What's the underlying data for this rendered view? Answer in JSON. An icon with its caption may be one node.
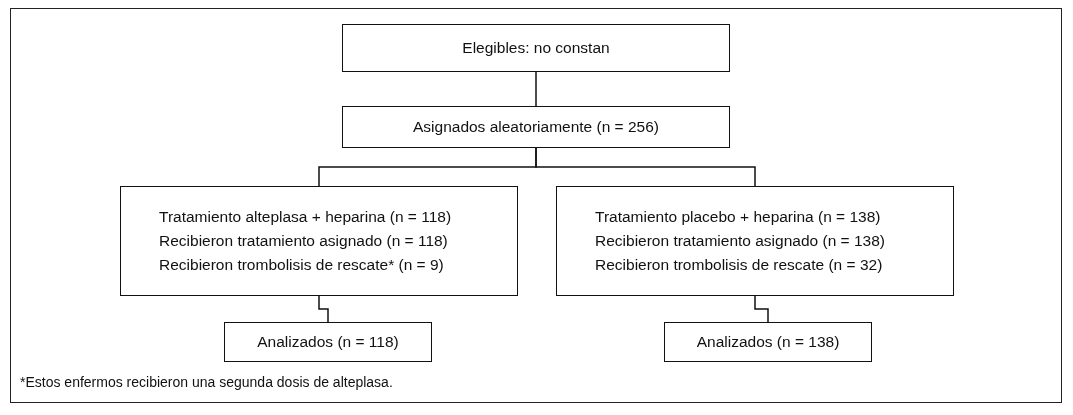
{
  "diagram": {
    "nodes": [
      {
        "text": [
          "Elegibles: no constan"
        ]
      },
      {
        "text": [
          "Asignados aleatoriamente (n = 256)"
        ]
      },
      {
        "text": [
          "Tratamiento alteplasa + heparina (n = 118)",
          "Recibieron tratamiento asignado (n = 118)",
          "Recibieron trombolisis de rescate* (n = 9)"
        ]
      },
      {
        "text": [
          "Tratamiento placebo + heparina (n = 138)",
          "Recibieron tratamiento asignado (n = 138)",
          "Recibieron trombolisis de rescate (n = 32)"
        ]
      },
      {
        "text": [
          "Analizados (n = 118)"
        ]
      },
      {
        "text": [
          "Analizados (n = 138)"
        ]
      }
    ],
    "edges": [
      {
        "from": 0,
        "to": 1,
        "arrow": "none"
      },
      {
        "from": 1,
        "to": 2,
        "arrow": "none"
      },
      {
        "from": 1,
        "to": 3,
        "arrow": "none"
      },
      {
        "from": 2,
        "to": 4,
        "arrow": "none"
      },
      {
        "from": 3,
        "to": 5,
        "arrow": "none"
      }
    ],
    "labels": [
      "*Estos enfermos recibieron una segunda dosis de alteplasa."
    ]
  }
}
